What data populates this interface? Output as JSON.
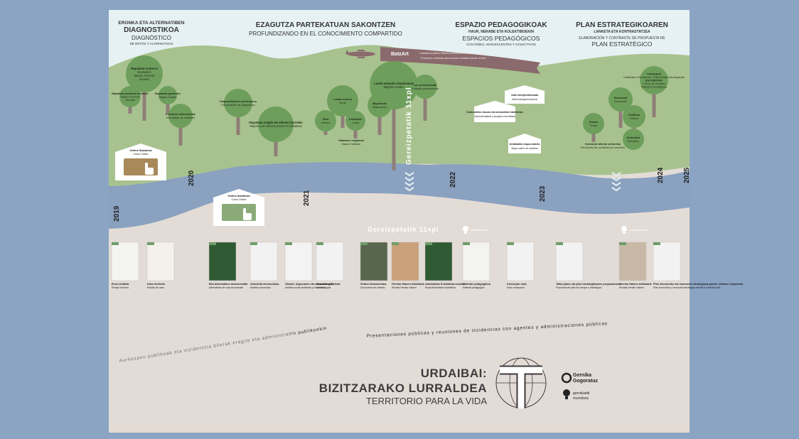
{
  "phases": [
    {
      "title_eu": "ERONKA ETA ALTERNATIBEN",
      "title_eu2": "DIAGNOSTIKOA",
      "title_es": "DIAGNÓSTICO",
      "title_es2": "DE RETOS Y ALTERNATIVAS"
    },
    {
      "title_eu": "EZAGUTZA PARTEKATUAN SAKONTZEN",
      "title_es": "PROFUNDIZANDO EN  EL CONOCIMIENTO COMPARTIDO"
    },
    {
      "title_eu": "ESPAZIO PEDAGOGIKOAK",
      "title_eu2": "HAUR, NERABE ETA KOLEKTIBOEKIN",
      "title_es": "ESPACIOS PEDAGÓGICOS",
      "title_es2": "CON NIÑES, ADOLESCENTES Y COLECTIVOS"
    },
    {
      "title_eu": "PLAN ESTRATEGIKOAREN",
      "title_eu2": "LANKETA ETA KONTRASTATZEA",
      "title_es": "ELABORACIÓN Y CONTRASTE DE PROPUESTA DE",
      "title_es2": "PLAN ESTRATÉGICO"
    }
  ],
  "years": [
    "2019",
    "2020",
    "2021",
    "2022",
    "2023",
    "2024",
    "2025"
  ],
  "banner": {
    "logo": "BatzArt",
    "line1": "Urdaibai eraiaren bitartez pentsatzeko tailer sortzailea",
    "line2": "Prácticas creativas para pensar Urdaibai desde el Arte"
  },
  "trees": [
    {
      "t1": "Mapaketa orokorra",
      "t2": "Euresaren",
      "t3": "Mapeo General",
      "t4": "Euresa"
    },
    {
      "t1": "Mapaketa orokorra Gernikan",
      "t2": "Mapeo General",
      "t3": "Gernika"
    },
    {
      "t1": "Mapaketa gazteekin",
      "t2": "Mapeo Juvenil"
    },
    {
      "t1": "Kontraste elkarrizketak",
      "t2": "Entrevistas de contraste"
    },
    {
      "t1": "Diagnostikoaren aurkezpena",
      "t2": "Presentación de diagnóstico"
    },
    {
      "t1": "Mapaketa eragile eta ekimen berriekin",
      "t2": "Mapeo con nuevos actores e iniciativas"
    },
    {
      "t1": "Landa eremua",
      "t2": "Rural"
    },
    {
      "t1": "Hiria",
      "t2": "Urbano"
    },
    {
      "t1": "Kostaldea",
      "t2": "Costa"
    },
    {
      "t1": "Habitaten mapaketa",
      "t2": "Mapeo hábitats"
    },
    {
      "t1": "Landa eremuko emakumeak",
      "t2": "Mujeres rurales"
    },
    {
      "t1": "Migrazioak",
      "t2": "Migraciones"
    },
    {
      "t1": "Lan prekarizatuak",
      "t2": "Trabajos precarizados"
    },
    {
      "t1": "Ekonomia",
      "t2": "Economía"
    },
    {
      "t1": "Gizarte",
      "t2": "Social"
    },
    {
      "t1": "Politikoa",
      "t2": "Político"
    },
    {
      "t1": "Hezkuntza",
      "t2": "Educativo"
    },
    {
      "t1": "Kontraste bilerak sektoreka",
      "t2": "Reuniones de contraste por sectores"
    },
    {
      "t1": "TOPAKETA",
      "t2": "Urdaibairen Etorkizuna - Elkarrizketa estrategikoak",
      "t3": "ENCUENTRO",
      "t4": "Futuro de Urdaibai",
      "t5": "Diálogos estratégicos"
    }
  ],
  "houses": [
    {
      "t1": "Adin interperatzionala",
      "t2": "Adina intergeneracional"
    },
    {
      "t1": "Kulturarteko tasuna eta komunitate bizikidetza",
      "t2": "Interculturalidad y acogida comunitaria"
    },
    {
      "t1": "Urdaibaiko mapa-eraketa",
      "t2": "Mapa sueño de Urdaibai"
    }
  ],
  "online": [
    {
      "t1": "Online Ikastaroa",
      "t2": "Curso Online"
    },
    {
      "t1": "Online Ikastaroa",
      "t2": "Curso Online"
    }
  ],
  "gereiz_vertical": "Gereizpetatik 11xpl",
  "gereiz_horizontal": "Gereizpetatik   11xpl",
  "mintzaldi": "mintzaldi-eskuan",
  "docs": [
    {
      "eu": "Esne-testiliak",
      "es": "Ensayo teóricos"
    },
    {
      "eu": "Kasu Ikerketa",
      "es": "Estudio de caso"
    },
    {
      "eu": "Bizi Alternatiben dokumentala",
      "es": "Alternativas de vida documental"
    },
    {
      "eu": "Azterketa ekonomikoa",
      "es": "Análisis económico"
    },
    {
      "eu": "Gizarte, ingurumen eta ekonomia azterketa",
      "es": "Análisis social ambiental y económico"
    },
    {
      "eu": "Metodologiak",
      "es": "Metodologías"
    },
    {
      "eu": "Sintesi Dokumentua",
      "es": "Documento de síntesis"
    },
    {
      "eu": "Herriko Hatzen Aldizkaria",
      "es": "Revista Herriko Hatzen"
    },
    {
      "eu": "Ahotsbidea Kolektiboa murala",
      "es": "Mural Ahotsbidea Kolektiboa"
    },
    {
      "eu": "Material pedagogikoa",
      "es": "Material pedagógico"
    },
    {
      "eu": "Kontzeptu nota",
      "es": "Nota conceptual"
    },
    {
      "eu": "Talka plano eta plan estrategikoaren proposamena",
      "es": "Propuesta de plan de choque y estratégico"
    },
    {
      "eu": "Herriko Hatzen Aldizkaria",
      "es": "Revista Herriko Hatzen"
    },
    {
      "eu": "Plan ekonomiko eta ekosozial estrategikoa gizarte zibiltzen ekarpenak",
      "es": "Plan económico y ecosocial estratégico desde la sociedad civil"
    }
  ],
  "curve_eu": "Aurkezpen publikoak eta inzidentzia bilerak eragile eta administrazio publikoekin",
  "curve_es": "Presentaciones públicas y reuniones de incidencias con agentes y administraciones públicas",
  "title": {
    "l1": "URDAIBAI:",
    "l2": "BIZITZARAKO LURRALDEA",
    "l3": "TERRITORIO PARA LA VIDA"
  },
  "logos": {
    "gernika1": "Gernika",
    "gernika2": "Gogoratuz",
    "mintzaldi1": "gernikatik",
    "mintzaldi2": "mundura"
  },
  "colors": {
    "frame": "#8ba4c4",
    "sky": "#e6f1f3",
    "field": "#a8c28f",
    "river": "#8aa1c0",
    "ground": "#e3dcd6",
    "tree": "#6e9e5c",
    "trunk": "#8f7f78",
    "banner": "#8a6a6c",
    "title": "#3f3a3d"
  }
}
